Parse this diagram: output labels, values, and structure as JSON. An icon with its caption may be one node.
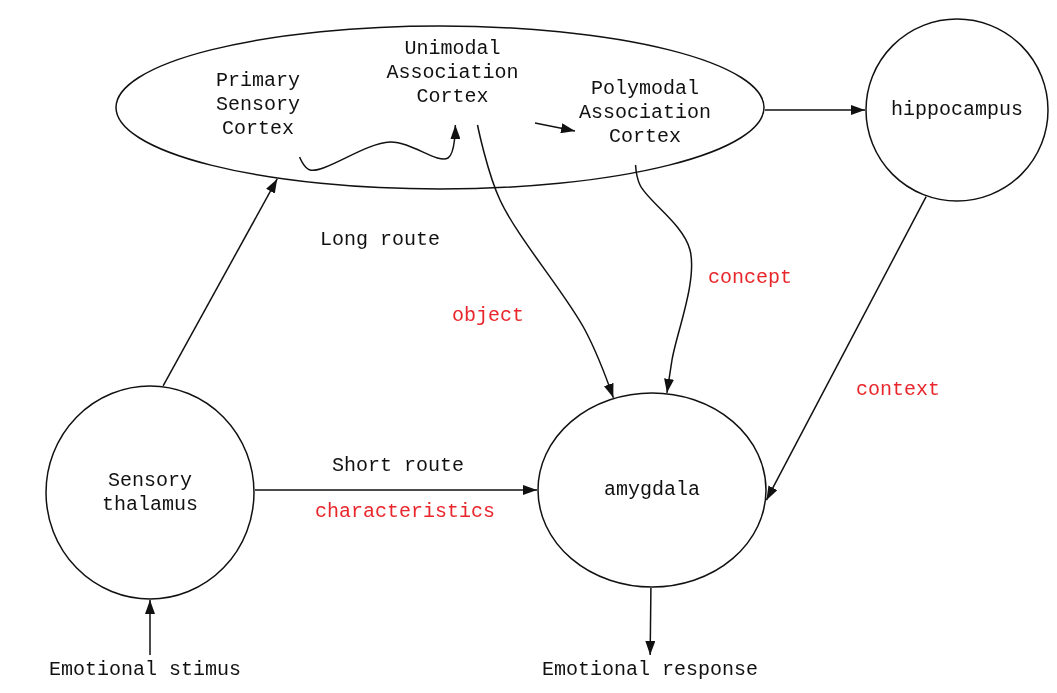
{
  "diagram": {
    "nodes": [
      {
        "text": [],
        "shape": "ellipse"
      },
      {
        "text": [
          "Primary Sensory Cortex"
        ],
        "in": 0
      },
      {
        "text": [
          "Unimodal Association Cortex"
        ],
        "in": 0
      },
      {
        "text": [
          "Polymodal Association Cortex"
        ],
        "in": 0
      },
      {
        "text": [
          "hippocampus"
        ]
      },
      {
        "text": [
          "Sensory thalamus"
        ]
      },
      {
        "text": [
          "amygdala"
        ]
      },
      {
        "text": [
          "Emotional stimus"
        ]
      },
      {
        "text": [
          "Emotional response"
        ]
      }
    ],
    "edges": [
      {
        "from": 7,
        "to": 5,
        "arrow": "to"
      },
      {
        "from": 5,
        "to": 0,
        "arrow": "to"
      },
      {
        "from": 5,
        "to": 6,
        "arrow": "to",
        "label": "characteristics"
      },
      {
        "from": 1,
        "to": 2,
        "arrow": "to"
      },
      {
        "from": 2,
        "to": 3,
        "arrow": "to"
      },
      {
        "from": 0,
        "to": 4,
        "arrow": "to"
      },
      {
        "from": 2,
        "to": 6,
        "arrow": "to",
        "label": "object"
      },
      {
        "from": 3,
        "to": 6,
        "arrow": "to",
        "label": "concept"
      },
      {
        "from": 4,
        "to": 6,
        "arrow": "to",
        "label": "context"
      },
      {
        "from": 6,
        "to": 8,
        "arrow": "to"
      }
    ],
    "labels": [
      "Long route",
      "Short route"
    ]
  }
}
